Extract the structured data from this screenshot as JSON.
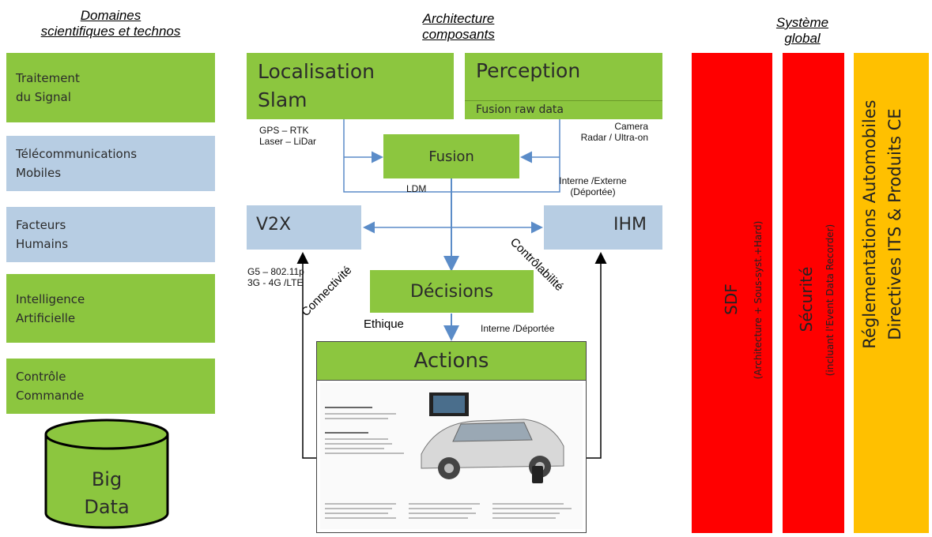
{
  "headings": {
    "domains": "Domaines\nscientifiques et technos",
    "architecture": "Architecture\ncomposants",
    "system": "Système\nglobal"
  },
  "domains": [
    {
      "label": "Traitement\ndu Signal",
      "color": "#8cc63f"
    },
    {
      "label": "Télécommunications\nMobiles",
      "color": "#b7cde3"
    },
    {
      "label": "Facteurs\nHumains",
      "color": "#b7cde3"
    },
    {
      "label": "Intelligence\nArtificielle",
      "color": "#8cc63f"
    },
    {
      "label": "Contrôle\nCommande",
      "color": "#8cc63f"
    }
  ],
  "bigdata": {
    "label": "Big\nData",
    "color": "#8cc63f"
  },
  "components": {
    "localisation": "Localisation\nSlam",
    "perception": "Perception",
    "fusion_raw": "Fusion raw data",
    "fusion": "Fusion",
    "v2x": "V2X",
    "ihm": "IHM",
    "decisions": "Décisions",
    "actions": "Actions"
  },
  "labels": {
    "gps": "GPS – RTK\nLaser – LiDar",
    "camera": "Camera\nRadar / Ultra-on",
    "ldm": "LDM",
    "interne_externe": "Interne /Externe\n(Déportée)",
    "g5": "G5 – 802.11p\n3G - 4G /LTE",
    "connectivite": "Connectivité",
    "controlabilite": "Contrôlabilité",
    "ethique": "Ethique",
    "interne_deportee": "Interne /Déportée"
  },
  "system_bars": {
    "sdf": {
      "title": "SDF",
      "subtitle": "(Architecture + Sous-syst.+Hard)",
      "color": "#ff0000"
    },
    "securite": {
      "title": "Sécurité",
      "subtitle": "(incluant l'Event Data Recorder)",
      "color": "#ff0000"
    },
    "reglementations": {
      "title": "Réglementations Automobiles",
      "subtitle": "Directives ITS & Produits CE",
      "color": "#ffc000"
    }
  },
  "colors": {
    "green": "#8cc63f",
    "blue": "#b7cde3",
    "arrow": "#5b8cc8",
    "black": "#000000"
  }
}
